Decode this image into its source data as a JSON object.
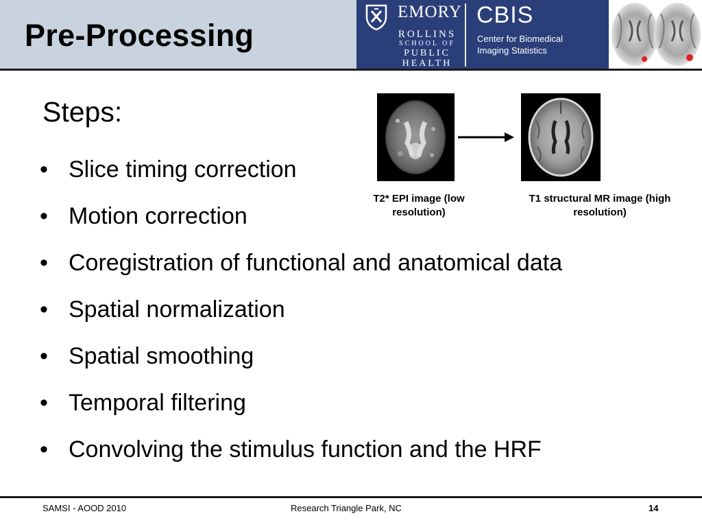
{
  "header": {
    "title": "Pre-Processing",
    "logo": {
      "emory": "EMORY",
      "rollins": [
        "ROLLINS",
        "SCHOOL OF",
        "PUBLIC",
        "HEALTH"
      ],
      "cbis": "CBIS",
      "cbis_sub": [
        "Center for Biomedical",
        "Imaging Statistics"
      ],
      "shield_icon": "emory-shield-icon",
      "brain_icon": "brain-scan-thumbnails"
    },
    "colors": {
      "title_bar": "#c9d3df",
      "banner": "#2a3f7a"
    }
  },
  "main": {
    "heading": "Steps:",
    "bullet_char": "•",
    "steps": [
      "Slice timing correction",
      "Motion correction",
      "Coregistration of functional and anatomical data",
      "Spatial normalization",
      "Spatial smoothing",
      "Temporal filtering",
      "Convolving the stimulus function and the HRF"
    ]
  },
  "figure": {
    "epi_caption": [
      "T2* EPI image (low",
      "resolution)"
    ],
    "t1_caption": [
      "T1 structural MR image (high",
      "resolution)"
    ],
    "arrow_icon": "right-arrow-icon"
  },
  "footer": {
    "left": "SAMSI - AOOD 2010",
    "center": "Research Triangle Park, NC",
    "page": "14"
  }
}
